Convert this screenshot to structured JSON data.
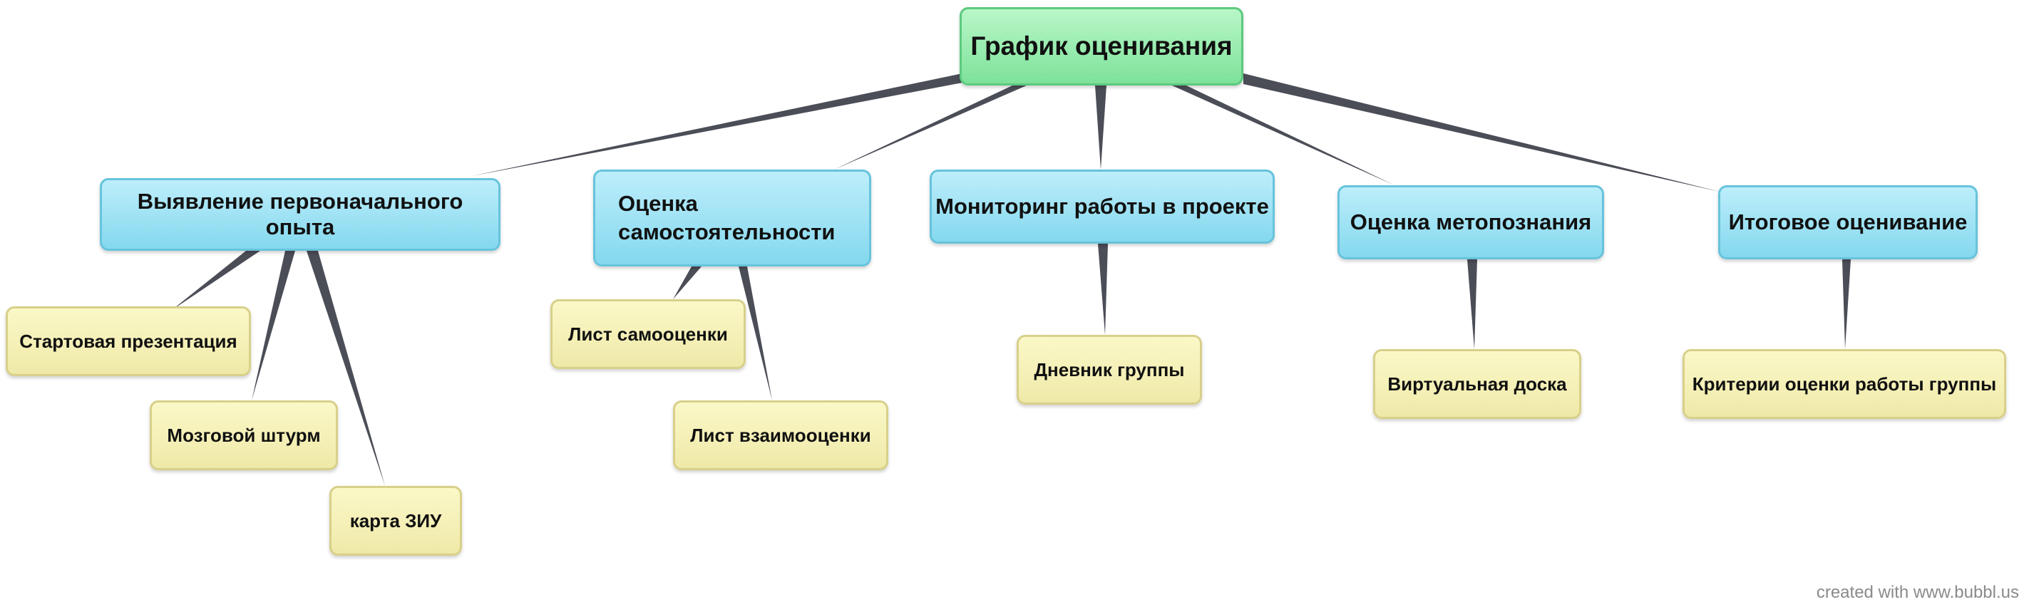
{
  "root": {
    "label": "График оценивания"
  },
  "branches": [
    {
      "id": "b1",
      "label": "Выявление первоначального опыта",
      "children": [
        "Стартовая презентация",
        "Мозговой штурм",
        "карта ЗИУ"
      ]
    },
    {
      "id": "b2",
      "label": "Оценка самостоятельности",
      "children": [
        "Лист самооценки",
        "Лист взаимооценки"
      ]
    },
    {
      "id": "b3",
      "label": "Мониторинг работы в проекте",
      "children": [
        "Дневник группы"
      ]
    },
    {
      "id": "b4",
      "label": "Оценка метопознания",
      "children": [
        "Виртуальная доска"
      ]
    },
    {
      "id": "b5",
      "label": "Итоговое оценивание",
      "children": [
        "Критерии оценки работы группы"
      ]
    }
  ],
  "footer": {
    "credit": "created with www.bubbl.us"
  },
  "colors": {
    "root": "#7de29a",
    "branch": "#84d8ee",
    "leaf": "#efe9a8",
    "connector": "#4b4d57"
  }
}
